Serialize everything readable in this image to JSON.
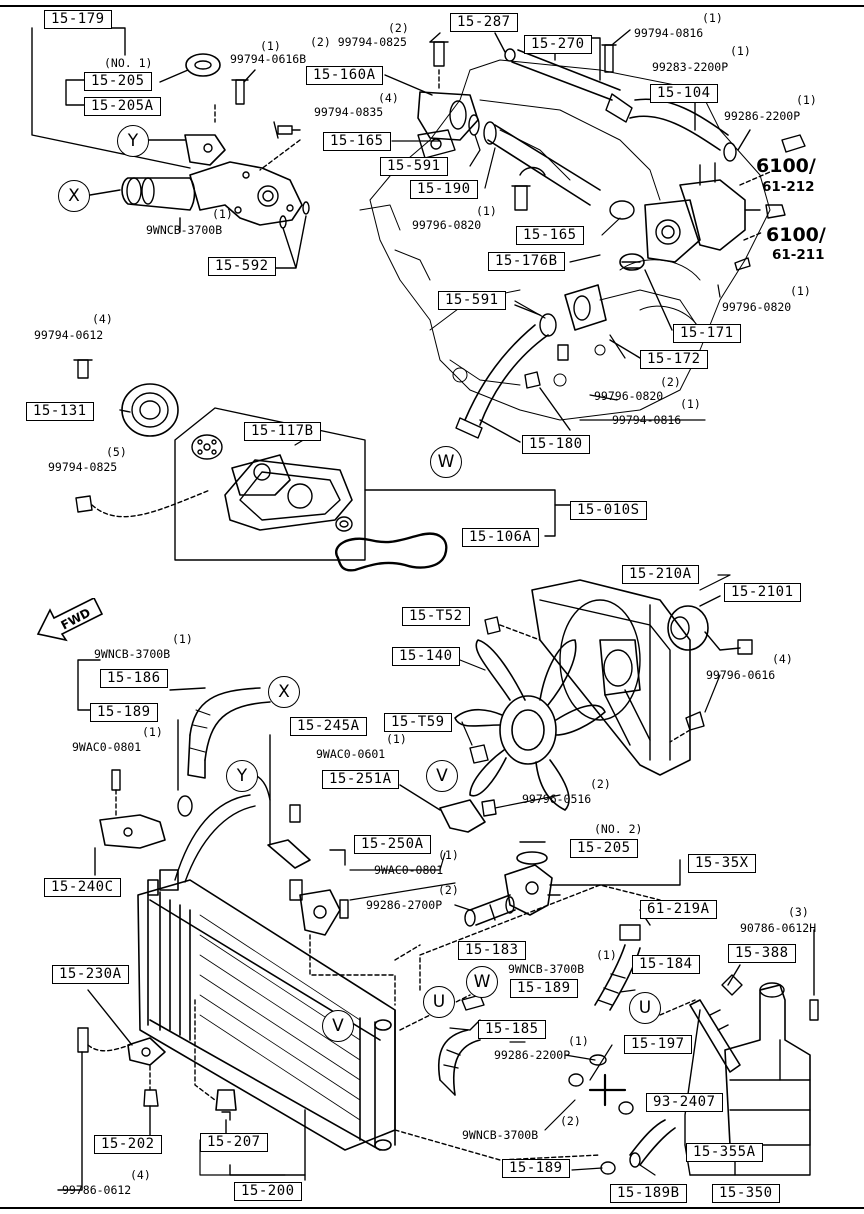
{
  "boxes": {
    "b15_179": "15-179",
    "b15_205": "15-205",
    "b15_205A": "15-205A",
    "b15_287": "15-287",
    "b15_270": "15-270",
    "b15_160A": "15-160A",
    "b15_104": "15-104",
    "b15_165a": "15-165",
    "b15_591a": "15-591",
    "b15_190": "15-190",
    "b15_592": "15-592",
    "b15_165b": "15-165",
    "b15_176B": "15-176B",
    "b15_591b": "15-591",
    "b15_171": "15-171",
    "b15_172": "15-172",
    "b15_131": "15-131",
    "b15_117B": "15-117B",
    "b15_180": "15-180",
    "b15_010S": "15-010S",
    "b15_106A": "15-106A",
    "b15_210A": "15-210A",
    "b15_2101": "15-2101",
    "b15_T52": "15-T52",
    "b15_140": "15-140",
    "b15_186": "15-186",
    "b15_189a": "15-189",
    "b15_245A": "15-245A",
    "b15_T59": "15-T59",
    "b15_251A": "15-251A",
    "b15_250A": "15-250A",
    "b15_205b": "15-205",
    "b15_35X": "15-35X",
    "b15_240C": "15-240C",
    "b61_219A": "61-219A",
    "b15_388": "15-388",
    "b15_183": "15-183",
    "b15_184": "15-184",
    "b15_189b": "15-189",
    "b15_230A": "15-230A",
    "b15_185": "15-185",
    "b15_197": "15-197",
    "b93_2407": "93-2407",
    "b15_355A": "15-355A",
    "b15_202": "15-202",
    "b15_207": "15-207",
    "b15_200": "15-200",
    "b15_189c": "15-189",
    "b15_189B": "15-189B",
    "b15_350": "15-350"
  },
  "parts": {
    "no1": "(NO. 1)",
    "q1_616": "99794-0616B",
    "p1_616": "(1)",
    "q2_825": "(2) 99794-0825",
    "p2_825": "(2)",
    "q835": "99794-0835",
    "p835": "(4)",
    "q816": "99794-0816",
    "p816": "(1)",
    "q2200a": "99283-2200P",
    "p2200a": "(1)",
    "q2200b": "99286-2200P",
    "p2200b": "(1)",
    "q3700": "9WNCB-3700B",
    "p3700": "(1)",
    "q820a": "99796-0820",
    "p820a": "(1)",
    "q820b": "99796-0820",
    "p820b": "(1)",
    "q820c": "99796-0820",
    "p820c": "(2)",
    "q816b": "99794-0816",
    "p816b": "(1)",
    "q612": "99794-0612",
    "p612": "(4)",
    "q825b": "99794-0825",
    "p825b": "(5)",
    "q3700b": "9WNCB-3700B",
    "p3700b": "(1)",
    "q0801a": "9WAC0-0801",
    "p0801a": "(1)",
    "q0601": "9WAC0-0601",
    "p0601": "(1)",
    "q0616": "99796-0616",
    "p0616": "(4)",
    "q0516": "99796-0516",
    "p0516": "(2)",
    "no2": "(NO. 2)",
    "q0801b": "9WAC0-0801",
    "p0801b": "(1)",
    "q2700": "99286-2700P",
    "p2700": "(2)",
    "q0612H": "90786-0612H",
    "p0612H": "(3)",
    "q3700c": "9WNCB-3700B",
    "p3700c": "(1)",
    "q2200c": "99286-2200P",
    "p2200c": "(1)",
    "q3700d": "9WNCB-3700B",
    "p3700d": "(2)",
    "q0612b": "99786-0612",
    "p0612b": "(4)"
  },
  "refs": {
    "r6100a": "6100/",
    "r61212": "61-212",
    "r6100b": "6100/",
    "r61211": "61-211"
  },
  "callouts": {
    "Y1": "Y",
    "X1": "X",
    "W1": "W",
    "X2": "X",
    "Y2": "Y",
    "V1": "V",
    "W2": "W",
    "U1": "U",
    "U2": "U",
    "V2": "V"
  },
  "fwd_label": "FWD"
}
